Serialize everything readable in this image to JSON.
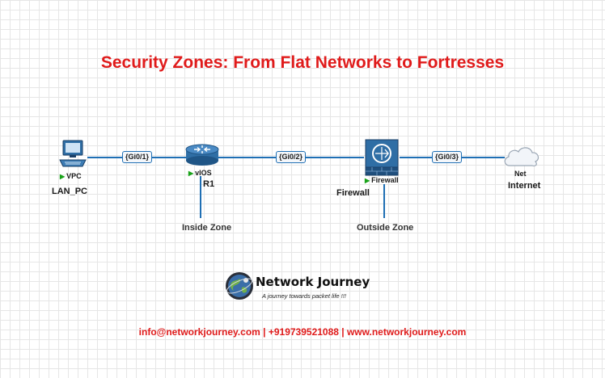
{
  "diagram": {
    "title": "Security Zones: From Flat Networks to Fortresses",
    "nodes": {
      "pc": {
        "type_label": "VPC",
        "name": "LAN_PC",
        "icon": "computer-icon"
      },
      "router": {
        "type_label": "vIOS",
        "name": "R1",
        "icon": "router-icon"
      },
      "firewall": {
        "type_label": "Firewall",
        "name": "Firewall",
        "icon": "firewall-icon"
      },
      "cloud": {
        "type_label": "Net",
        "name": "Internet",
        "icon": "cloud-icon"
      }
    },
    "ports": {
      "r1_gi01": "{Gi0/1}",
      "r1_gi02": "{Gi0/2}",
      "fw_gi03": "{Gi0/3}"
    },
    "zones": {
      "inside": "Inside Zone",
      "outside": "Outside Zone"
    },
    "link_color": "#1f6fb4",
    "title_color": "#e01b1b"
  },
  "logo": {
    "brand": "Network Journey",
    "tagline": "A journey towards packet life !!!",
    "icon": "globe-logo-icon"
  },
  "footer": {
    "contact": "info@networkjourney.com | +919739521088 | www.networkjourney.com"
  }
}
